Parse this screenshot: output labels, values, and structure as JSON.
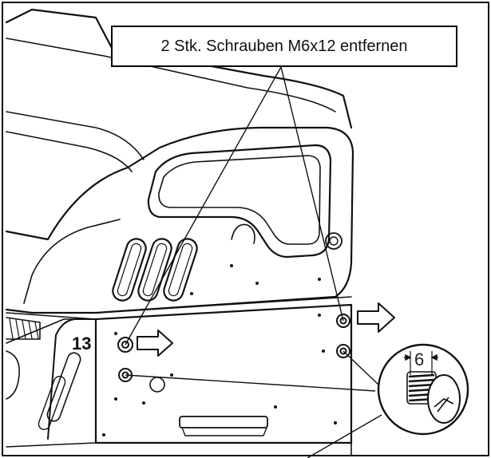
{
  "instruction": {
    "text": "2 Stk. Schrauben M6x12 entfernen"
  },
  "step_number": "13",
  "detail": {
    "dimension": "6"
  },
  "colors": {
    "line": "#111111",
    "background": "#ffffff"
  }
}
